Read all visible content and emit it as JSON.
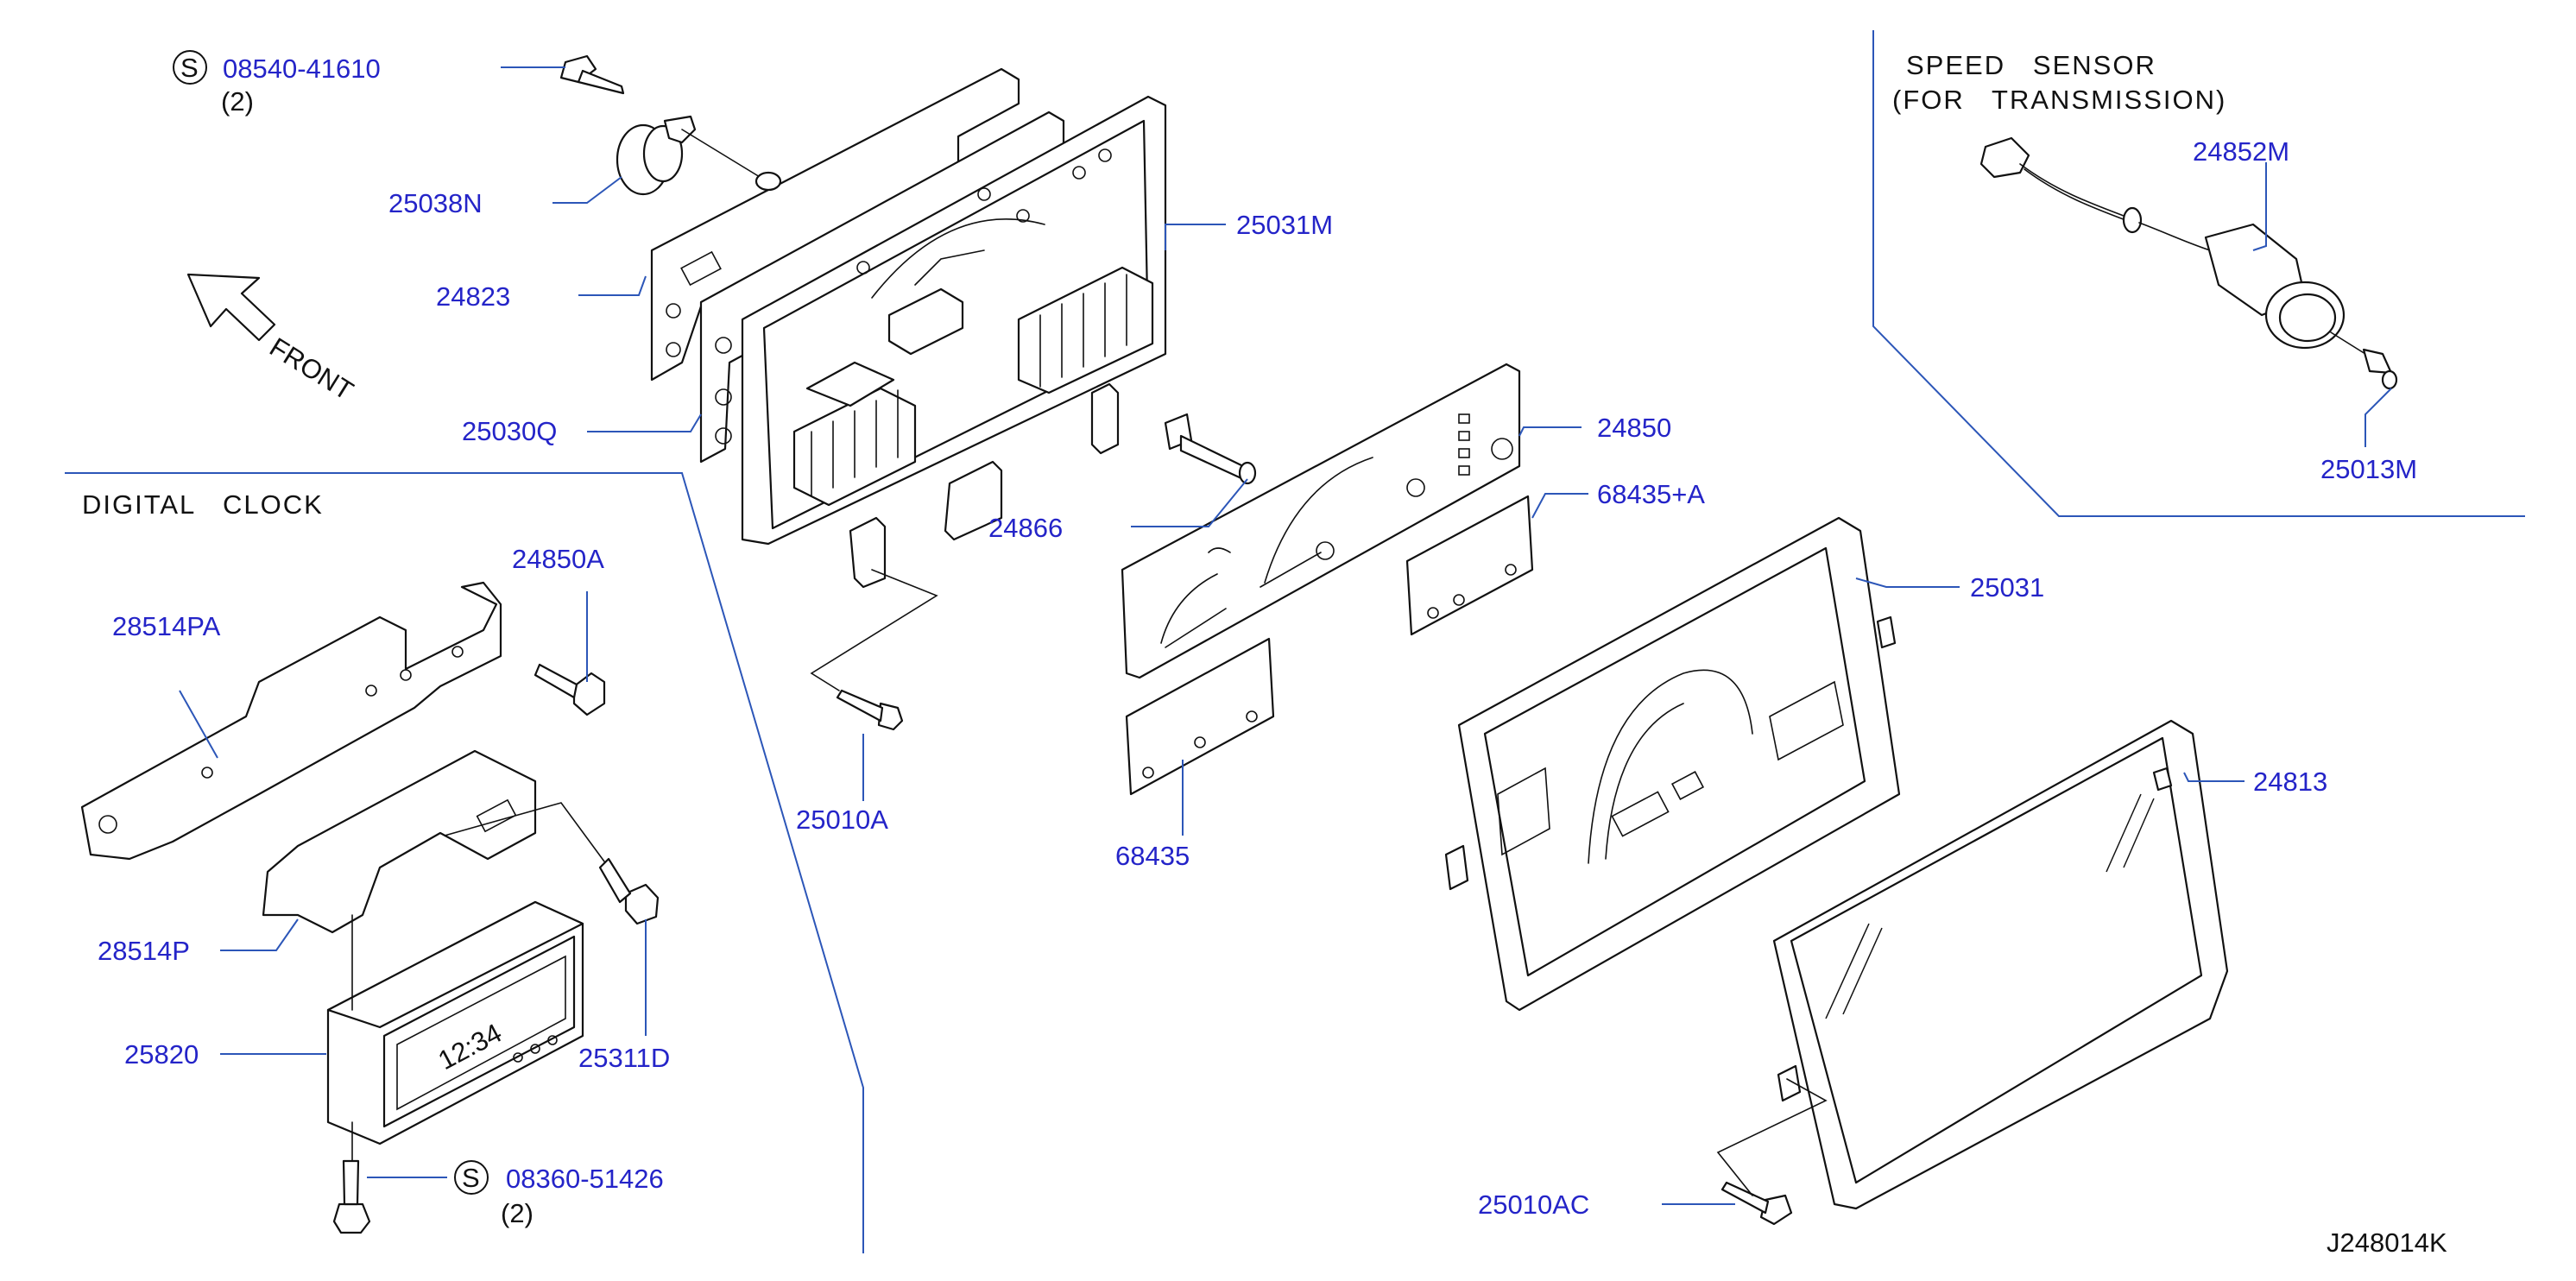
{
  "sections": {
    "digital_clock": "DIGITAL   CLOCK",
    "speed_sensor_line1": "SPEED   SENSOR",
    "speed_sensor_line2": "(FOR   TRANSMISSION)"
  },
  "front_label": "FRONT",
  "diagram_id": "J248014K",
  "parts": {
    "p08540": "08540-41610",
    "p08540_qty": "(2)",
    "p25038N": "25038N",
    "p24823": "24823",
    "p25030Q": "25030Q",
    "p25031M": "25031M",
    "p24850": "24850",
    "p24866": "24866",
    "p68435A": "68435+A",
    "p25031": "25031",
    "p25010A": "25010A",
    "p68435": "68435",
    "p24813": "24813",
    "p25010AC": "25010AC",
    "p24852M": "24852M",
    "p25013M": "25013M",
    "p24850A": "24850A",
    "p28514PA": "28514PA",
    "p28514P": "28514P",
    "p25820": "25820",
    "p25311D": "25311D",
    "p08360": "08360-51426",
    "p08360_qty": "(2)",
    "s_mark": "S",
    "clock_display": "12:34"
  }
}
